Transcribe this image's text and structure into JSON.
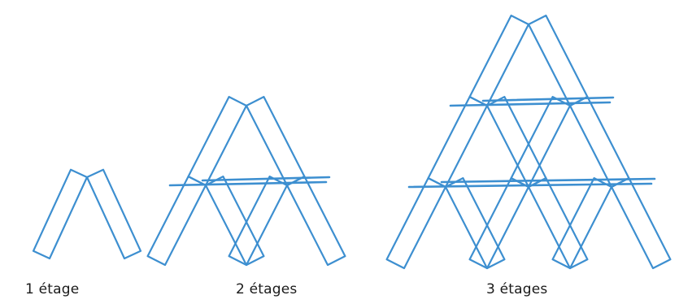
{
  "figures": [
    {
      "levels": 1,
      "caption": "1 étage"
    },
    {
      "levels": 2,
      "caption": "2 étages"
    },
    {
      "levels": 3,
      "caption": "3 étages"
    }
  ],
  "colors": {
    "card_stroke": "#3d8fd0",
    "caption_text": "#1a1a1a",
    "background": "#ffffff"
  }
}
